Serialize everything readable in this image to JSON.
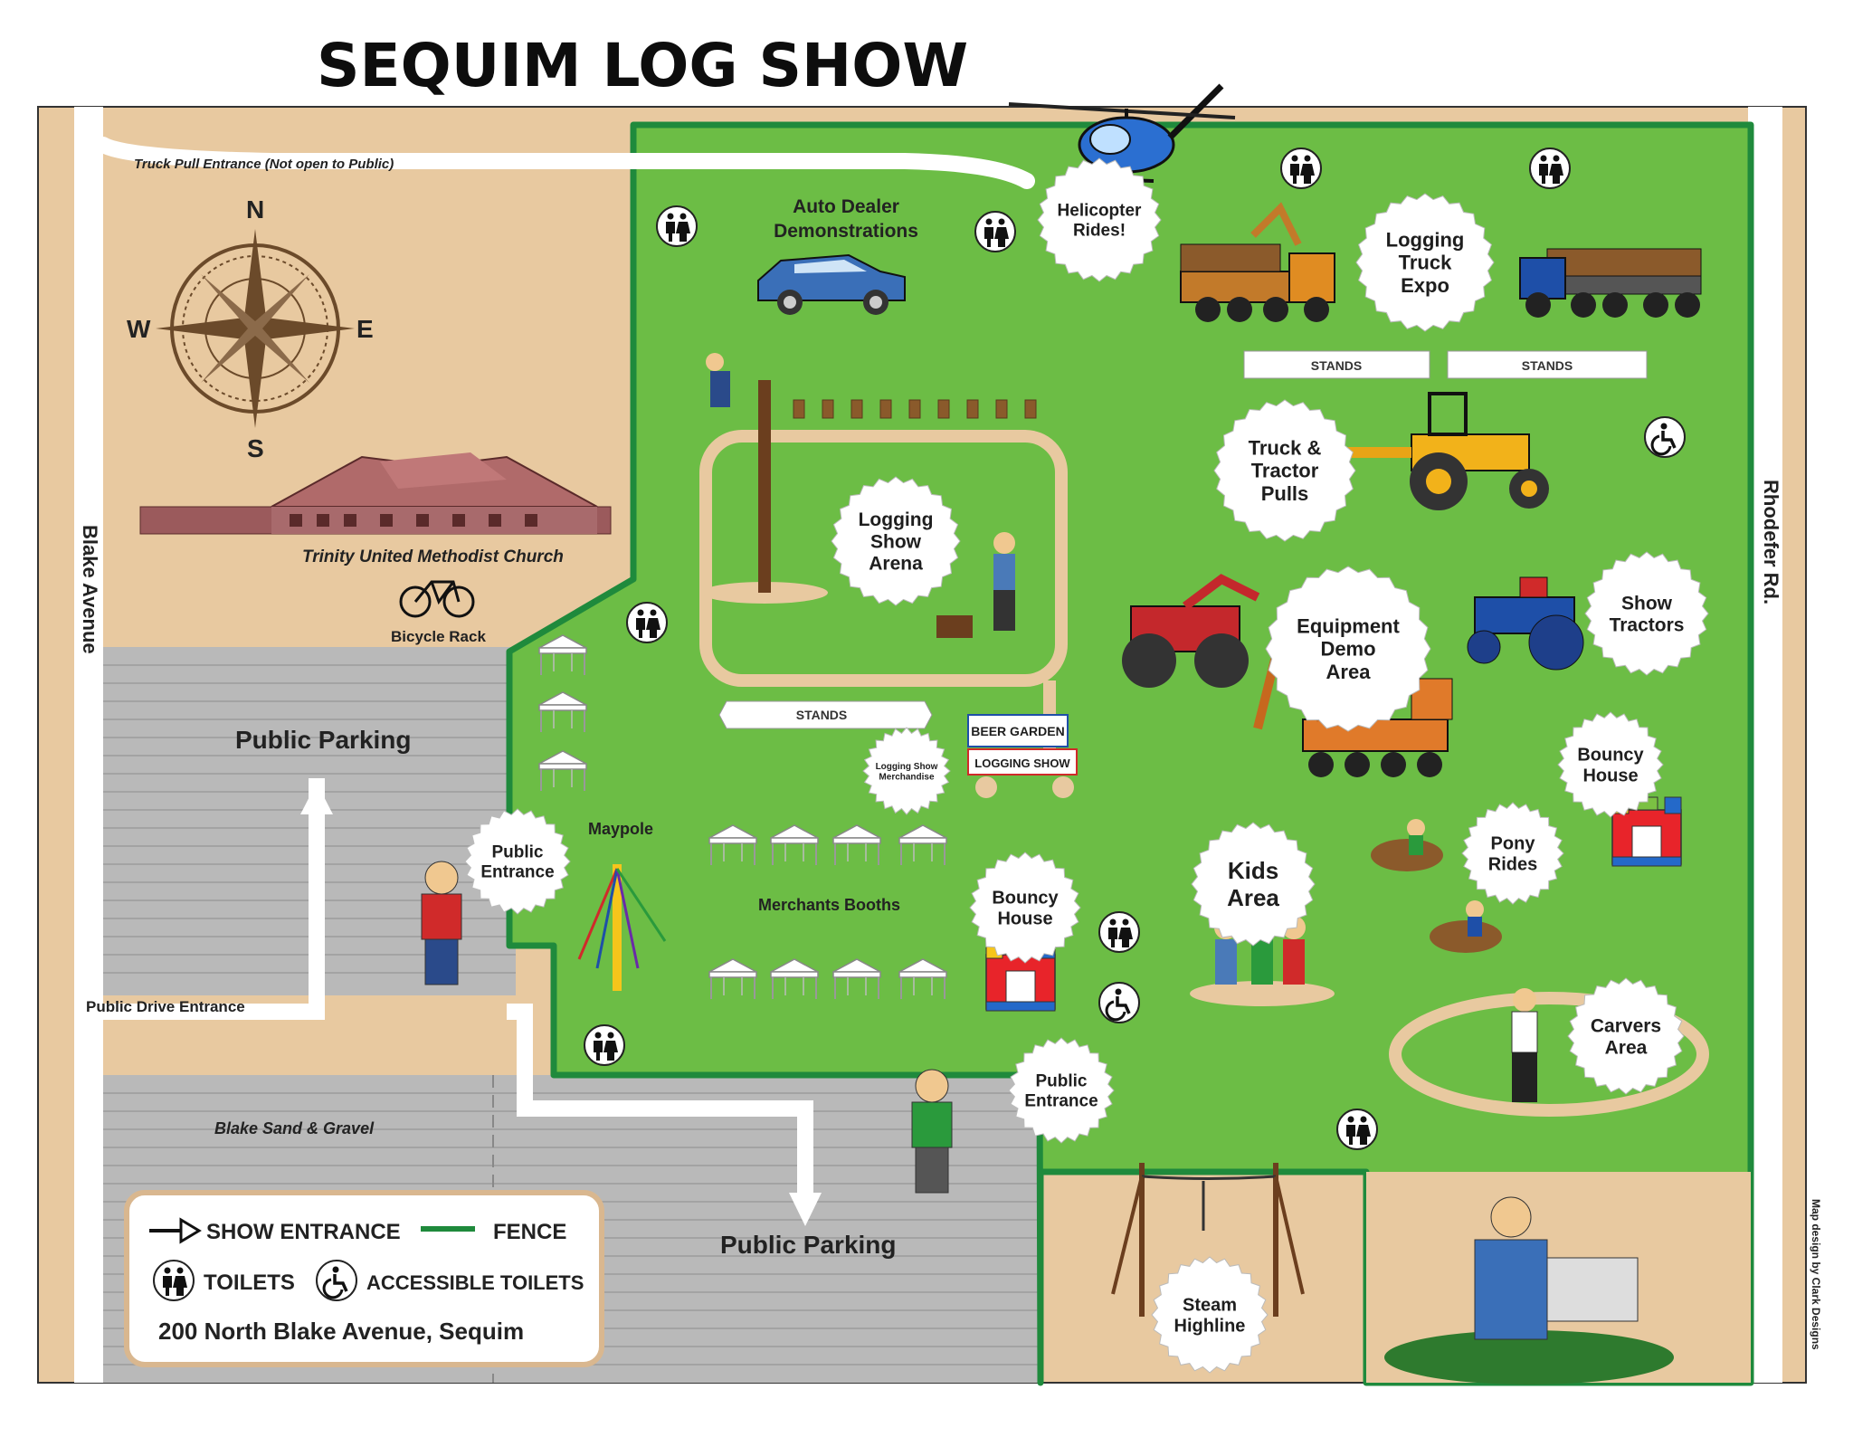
{
  "title": "SEQUIM LOG SHOW",
  "roads": {
    "truck_pull": "Truck Pull Entrance (Not open to Public)",
    "blake_avenue": "Blake Avenue",
    "rhodefer": "Rhodefer Rd.",
    "public_drive": "Public Drive Entrance"
  },
  "compass": {
    "n": "N",
    "s": "S",
    "e": "E",
    "w": "W"
  },
  "places": {
    "church": "Trinity United Methodist Church",
    "bicycle_rack": "Bicycle Rack",
    "public_parking": "Public Parking",
    "public_parking_2": "Public Parking",
    "sand_gravel": "Blake Sand & Gravel",
    "auto_dealer": "Auto Dealer\nDemonstrations",
    "maypole": "Maypole",
    "merchants": "Merchants Booths",
    "beer_garden": "BEER GARDEN",
    "logging_show_sign": "LOGGING SHOW",
    "stands": "STANDS"
  },
  "badges": {
    "helicopter": "Helicopter\nRides!",
    "logging_truck": "Logging\nTruck\nExpo",
    "truck_tractor": "Truck &\nTractor\nPulls",
    "show_tractors": "Show\nTractors",
    "equipment": "Equipment\nDemo\nArea",
    "logging_arena": "Logging\nShow\nArena",
    "merchandise": "Logging Show\nMerchandise",
    "public_entrance_1": "Public\nEntrance",
    "public_entrance_2": "Public\nEntrance",
    "bouncy_1": "Bouncy\nHouse",
    "bouncy_2": "Bouncy\nHouse",
    "kids": "Kids\nArea",
    "pony": "Pony\nRides",
    "carvers": "Carvers\nArea",
    "steam": "Steam\nHighline"
  },
  "legend": {
    "show_entrance": "SHOW ENTRANCE",
    "fence": "FENCE",
    "toilets": "TOILETS",
    "accessible": "ACCESSIBLE TOILETS",
    "address": "200 North Blake Avenue, Sequim"
  },
  "credit": "Map design by Clark Designs",
  "colors": {
    "grass": "#6cbd45",
    "fence": "#1f8a3c",
    "tan": "#e8c9a0",
    "parking": "#b9b9b9",
    "address": "#1b5fb0"
  },
  "icons": [
    "compass-icon",
    "helicopter-icon",
    "logging-truck-icon",
    "tractor-icon",
    "excavator-icon",
    "church-icon",
    "bicycle-icon",
    "toilet-icon",
    "accessible-icon",
    "bouncy-house-icon",
    "tent-icon",
    "maypole-icon",
    "car-icon",
    "lumberjack-icon",
    "pony-icon",
    "arrow-icon"
  ]
}
